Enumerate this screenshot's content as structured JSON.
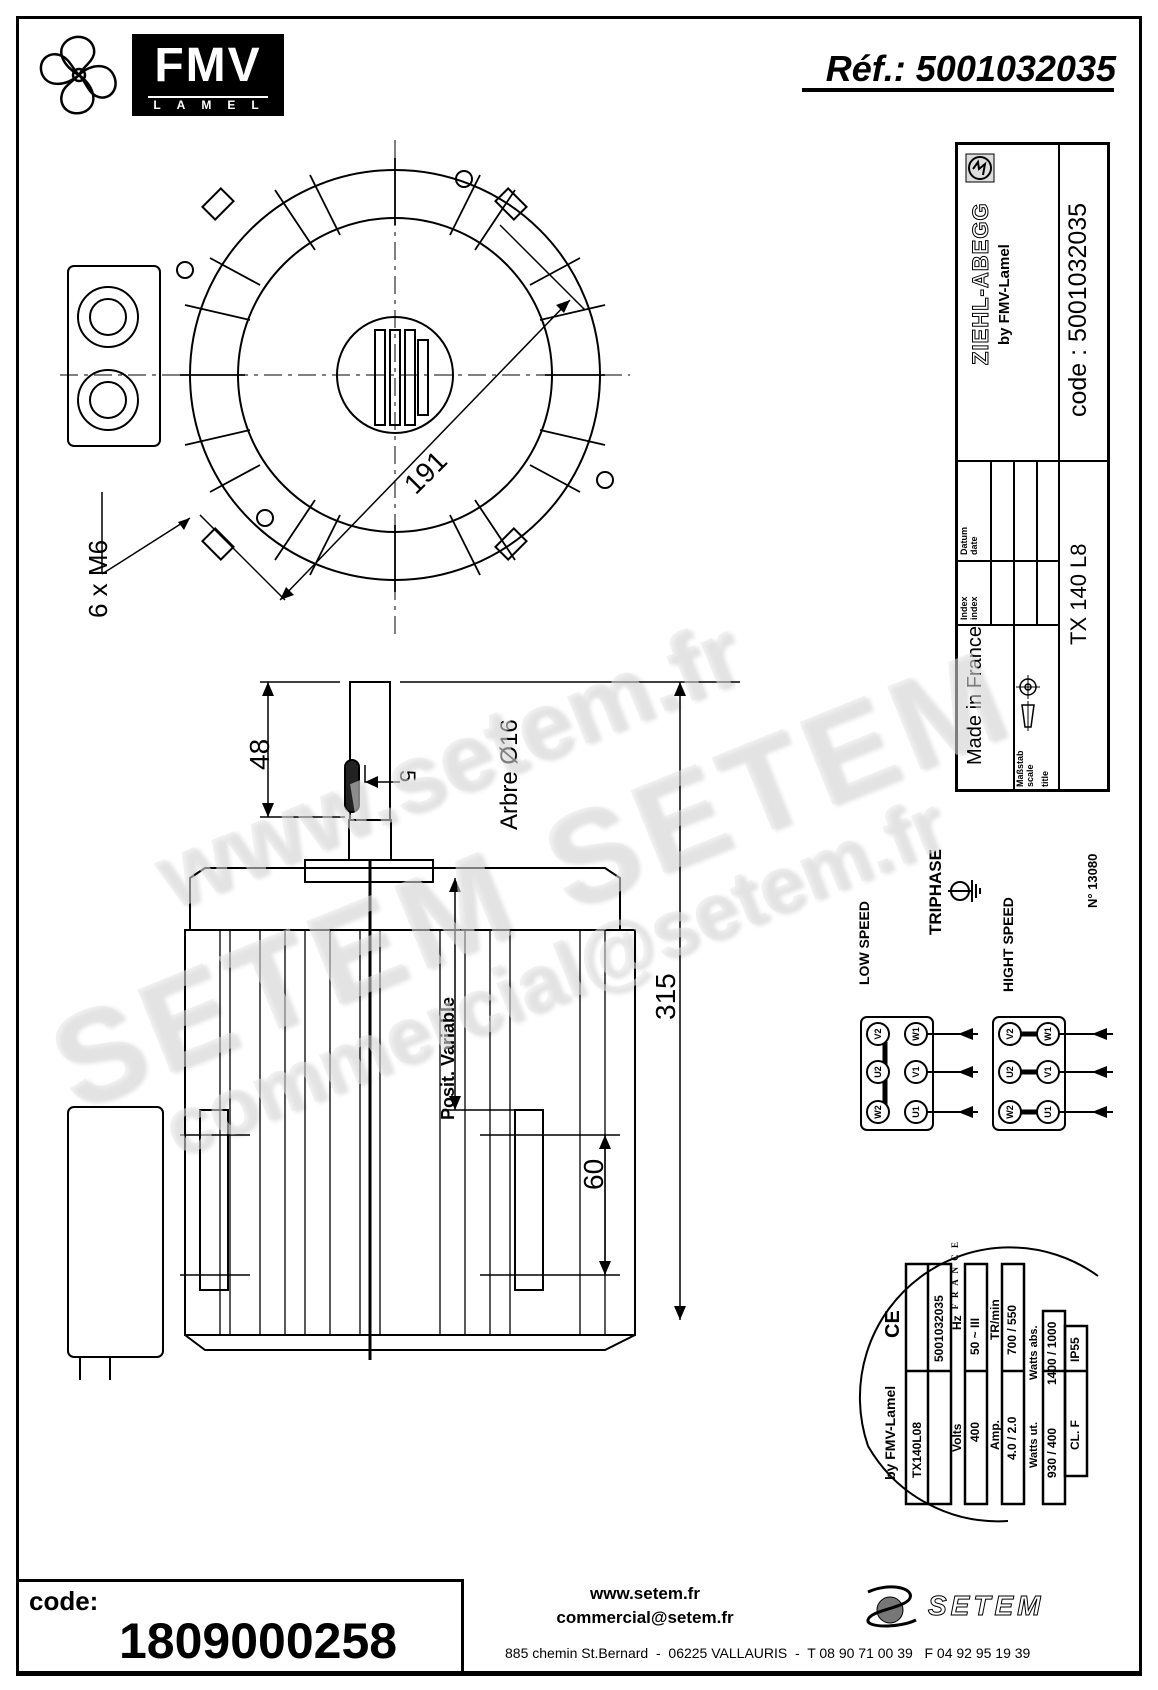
{
  "header": {
    "brand_logo": "FMV",
    "brand_sub": "LAMEL",
    "reference": "Réf.: 5001032035"
  },
  "title_block": {
    "manufacturer": "ZIEHL-ABEGG",
    "by": "by FMV-Lamel",
    "code": "code : 5001032035",
    "datum_label": "Datum\ndate",
    "datum_l1": "Datum",
    "datum_l2": "date",
    "index_l1": "Index",
    "index_l2": "index",
    "origin": "Made in France",
    "scale_l1": "Maßstab",
    "scale_l2": "scale",
    "title_label": "title",
    "title_value": "TX 140 L8"
  },
  "drawing": {
    "top_view": {
      "diameter": "191",
      "bolts": "6 x M6"
    },
    "side_view": {
      "shaft_length": "48",
      "key_width": "5",
      "shaft": "Arbre Ø16",
      "overall_length": "315",
      "mount_spacing": "60",
      "variable_position": "Posit. Variable"
    }
  },
  "wiring": {
    "phase": "TRIPHASE",
    "low_speed": "LOW SPEED",
    "high_speed": "HIGHT SPEED",
    "number": "N° 13080",
    "terminals_low": [
      [
        "V2",
        "W1"
      ],
      [
        "U2",
        "V1"
      ],
      [
        "W2",
        "U1"
      ]
    ],
    "terminals_high": [
      [
        "V2",
        "W1"
      ],
      [
        "U2",
        "V1"
      ],
      [
        "W2",
        "U1"
      ]
    ]
  },
  "nameplate": {
    "brand": "by FMV-Lamel",
    "mark": "CE",
    "country": "F R A N C E",
    "model": "TX140L08",
    "code": "5001032035",
    "volts_label": "Volts",
    "volts": "400",
    "hz_label": "Hz",
    "hz": "50  ~ III",
    "amp_label": "Amp.",
    "amp": "4.0 / 2.0",
    "rpm_label": "TR/min",
    "rpm": "700 / 550",
    "watts_ut_label": "Watts ut.",
    "watts_ut": "930 / 400",
    "watts_abs_label": "Watts abs.",
    "watts_abs": "1400 / 1000",
    "insulation": "CL. F",
    "protection": "IP55"
  },
  "footer": {
    "code_label": "code:",
    "code_value": "1809000258",
    "website": "www.setem.fr",
    "email": "commercial@setem.fr",
    "company_logo": "SETEM",
    "address": "885 chemin St.Bernard  -  06225 VALLAURIS  -  T 08 90 71 00 39   F 04 92 95 19 39"
  },
  "watermark": {
    "line1": "www.setem.fr",
    "line2": "SETEM SETEM",
    "line3": "commercial@setem.fr"
  }
}
